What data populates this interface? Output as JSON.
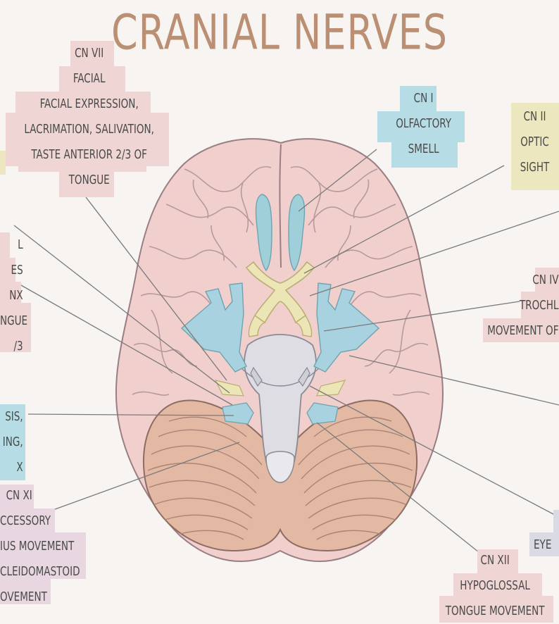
{
  "title": "CRANIAL NERVES",
  "colors": {
    "background": "#f7f4f1",
    "title": "#bb8f74",
    "cerebrum": "#f1cfcd",
    "cerebellum": "#e3b9a4",
    "brainstem": "#dedde3",
    "olfactory_blue": "#9fcfd9",
    "optic_yellow": "#ece5b6",
    "label_pink": "#efd5d3",
    "label_blue": "#b6dde5",
    "label_yellow": "#ece7bf",
    "label_lilac": "#e8d7e0",
    "label_grey": "#d9dae3"
  },
  "labels": {
    "cn7": {
      "lines": [
        "CN VII",
        "FACIAL",
        "FACIAL EXPRESSION,",
        "LACRIMATION, SALIVATION,",
        "TASTE ANTERIOR 2/3 OF",
        "TONGUE"
      ]
    },
    "cn1": {
      "lines": [
        "CN I",
        "OLFACTORY",
        "SMELL"
      ]
    },
    "cn2": {
      "lines": [
        "CN II",
        "OPTIC",
        "SIGHT"
      ]
    },
    "cn4": {
      "lines": [
        "CN IV",
        "TROCHL",
        "MOVEMENT OF"
      ]
    },
    "cn9": {
      "lines": [
        "L",
        "ES",
        "NX",
        "NGUE",
        "/3"
      ]
    },
    "cn10": {
      "lines": [
        "SIS,",
        "ING,",
        "X"
      ]
    },
    "cn11": {
      "lines": [
        "CN XI",
        "CCESSORY",
        "IUS  MOVEMENT",
        "CLEIDOMASTOID",
        "OVEMENT"
      ]
    },
    "cn12": {
      "lines": [
        "CN XII",
        "HYPOGLOSSAL",
        "TONGUE  MOVEMENT"
      ]
    },
    "cn6": {
      "lines": [
        "EYE"
      ]
    }
  }
}
